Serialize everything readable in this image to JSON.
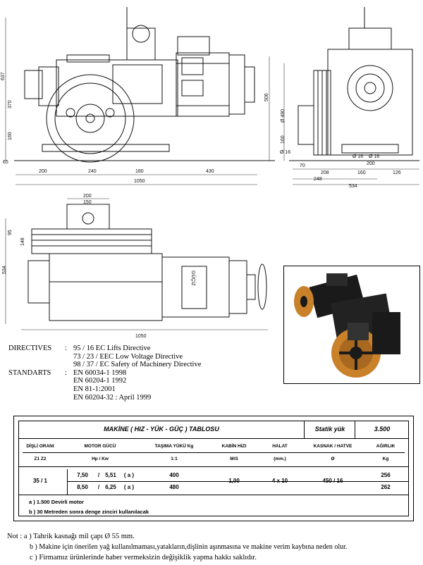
{
  "drawing_dims": {
    "front_bottom": [
      "200",
      "240",
      "180",
      "430"
    ],
    "front_total": "1050",
    "front_left": [
      "637",
      "370",
      "160",
      "65"
    ],
    "front_right": "506",
    "side_bottom": [
      "Ø 16",
      "70",
      "208",
      "160",
      "126"
    ],
    "side_total": [
      "248",
      "534"
    ],
    "side_left": [
      "Ø 490",
      "160"
    ],
    "side_mid": [
      "Ø 16",
      "Ø 16",
      "200"
    ],
    "top_top": [
      "200",
      "150"
    ],
    "top_left": [
      "95",
      "148",
      "534"
    ],
    "top_total": "1050",
    "motor_label": "GÜÇİZ"
  },
  "directives": {
    "label": "DIRECTIVES",
    "colon": ":",
    "items": [
      "95 / 16 EC Lifts Directive",
      "73 / 23 / EEC Low Voltage Directive",
      "98 / 37 / EC Safety of Machinery Directive"
    ]
  },
  "standarts": {
    "label": "STANDARTS",
    "colon": ":",
    "items": [
      "EN 60034-1  1998",
      "EN 60204-1  1992",
      "EN 81-1:2001",
      "EN 60204-32 : April 1999"
    ]
  },
  "table": {
    "title": "MAKİNE ( HIZ - YÜK - GÜÇ ) TABLOSU",
    "static_label": "Statik yük",
    "static_value": "3.500",
    "headers": [
      "DİŞLİ ORANI",
      "MOTOR GÜCÜ",
      "TAŞIMA YÜKÜ Kg",
      "KABİN HIZI",
      "HALAT",
      "KASNAK / HATVE",
      "AĞIRLIK"
    ],
    "subheaders": [
      "Z1   Z2",
      "Hp / Kw",
      "1:1",
      "M/S",
      "(mm.)",
      "Ø",
      "Kg"
    ],
    "ratio": "35  /  1",
    "rows": [
      {
        "hp": "7,50",
        "kw": "5,51",
        "note": "( a )",
        "load": "400",
        "weight": "256"
      },
      {
        "hp": "8,50",
        "kw": "6,25",
        "note": "( a )",
        "load": "480",
        "weight": "262"
      }
    ],
    "speed": "1,00",
    "rope": "4 x 10",
    "sheave": "450 / 16",
    "footnotes": [
      "a )     1.500 Devirli motor",
      "b )     30 Metreden sonra denge zinciri kullanılacak"
    ]
  },
  "notes": {
    "label": "Not :",
    "items": [
      "a ) Tahrik kasnağı mil çapı Ø 55 mm.",
      "b ) Makine için önerilen yağ kullanılmaması,yatakların,dişlinin aşınmasına ve makine verim kaybına neden olur.",
      "c ) Firmamız ürünlerinde haber vermeksizin değişiklik yapma hakkı saklıdır."
    ]
  },
  "colors": {
    "wheel": "#c9812a",
    "body": "#1a1a1a"
  }
}
